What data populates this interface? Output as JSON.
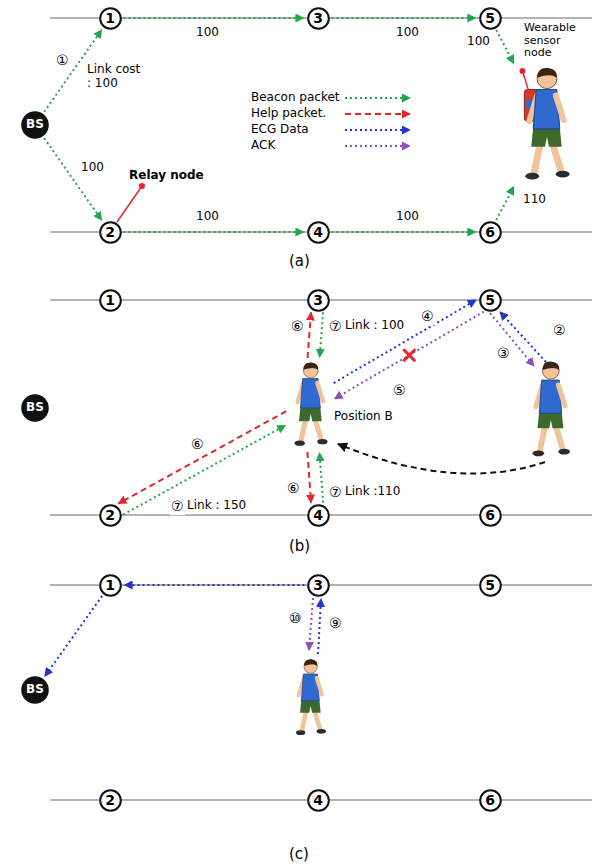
{
  "diagram": {
    "nodes": [
      {
        "text": [
          "BS"
        ]
      },
      {
        "text": [
          "1"
        ]
      },
      {
        "text": [
          "2"
        ]
      },
      {
        "text": [
          "3"
        ]
      },
      {
        "text": [
          "4"
        ]
      },
      {
        "text": [
          "5"
        ]
      },
      {
        "text": [
          "6"
        ]
      },
      {
        "text": [
          "Wearable sensor node"
        ]
      },
      {
        "text": [
          "BS"
        ]
      },
      {
        "text": [
          "1"
        ]
      },
      {
        "text": [
          "2"
        ]
      },
      {
        "text": [
          "3"
        ]
      },
      {
        "text": [
          "4"
        ]
      },
      {
        "text": [
          "5"
        ]
      },
      {
        "text": [
          "6"
        ]
      },
      {
        "text": [
          "Position B"
        ]
      },
      {
        "text": [
          "BS"
        ]
      },
      {
        "text": [
          "1"
        ]
      },
      {
        "text": [
          "2"
        ]
      },
      {
        "text": [
          "3"
        ]
      },
      {
        "text": [
          "4"
        ]
      },
      {
        "text": [
          "5"
        ]
      },
      {
        "text": [
          "6"
        ]
      }
    ],
    "edges": [
      {
        "from": 0,
        "to": 1,
        "arrow": "to",
        "label": "Link cost : 100"
      },
      {
        "from": 0,
        "to": 2,
        "arrow": "to",
        "label": "100"
      },
      {
        "from": 1,
        "to": 3,
        "arrow": "to",
        "label": "100"
      },
      {
        "from": 3,
        "to": 5,
        "arrow": "to",
        "label": "100"
      },
      {
        "from": 2,
        "to": 4,
        "arrow": "to",
        "label": "100"
      },
      {
        "from": 4,
        "to": 6,
        "arrow": "to",
        "label": "100"
      },
      {
        "from": 5,
        "to": 7,
        "arrow": "to",
        "label": "100"
      },
      {
        "from": 6,
        "to": 7,
        "arrow": "to",
        "label": "110"
      },
      {
        "from": 15,
        "to": 13,
        "arrow": "to"
      },
      {
        "from": 13,
        "to": 15,
        "arrow": "to"
      },
      {
        "from": 15,
        "to": 11,
        "arrow": "to"
      },
      {
        "from": 15,
        "to": 10,
        "arrow": "to"
      },
      {
        "from": 15,
        "to": 12,
        "arrow": "to"
      },
      {
        "from": 11,
        "to": 15,
        "arrow": "to",
        "label": "Link : 100"
      },
      {
        "from": 10,
        "to": 15,
        "arrow": "to",
        "label": "Link : 150"
      },
      {
        "from": 12,
        "to": 15,
        "arrow": "to",
        "label": "Link :110"
      },
      {
        "from": 19,
        "to": 17,
        "arrow": "to"
      },
      {
        "from": 17,
        "to": 16,
        "arrow": "to"
      }
    ],
    "labels": [
      "①",
      "Relay node",
      "(a)",
      "②",
      "③",
      "④",
      "⑤",
      "⑥",
      "⑦",
      "⑥",
      "⑦",
      "⑥",
      "⑦",
      "(b)",
      "⑩",
      "⑨",
      "(c)"
    ],
    "legend": [
      {
        "text": "Beacon packet"
      },
      {
        "text": "Help packet."
      },
      {
        "text": "ECG Data"
      },
      {
        "text": "ACK"
      }
    ]
  }
}
